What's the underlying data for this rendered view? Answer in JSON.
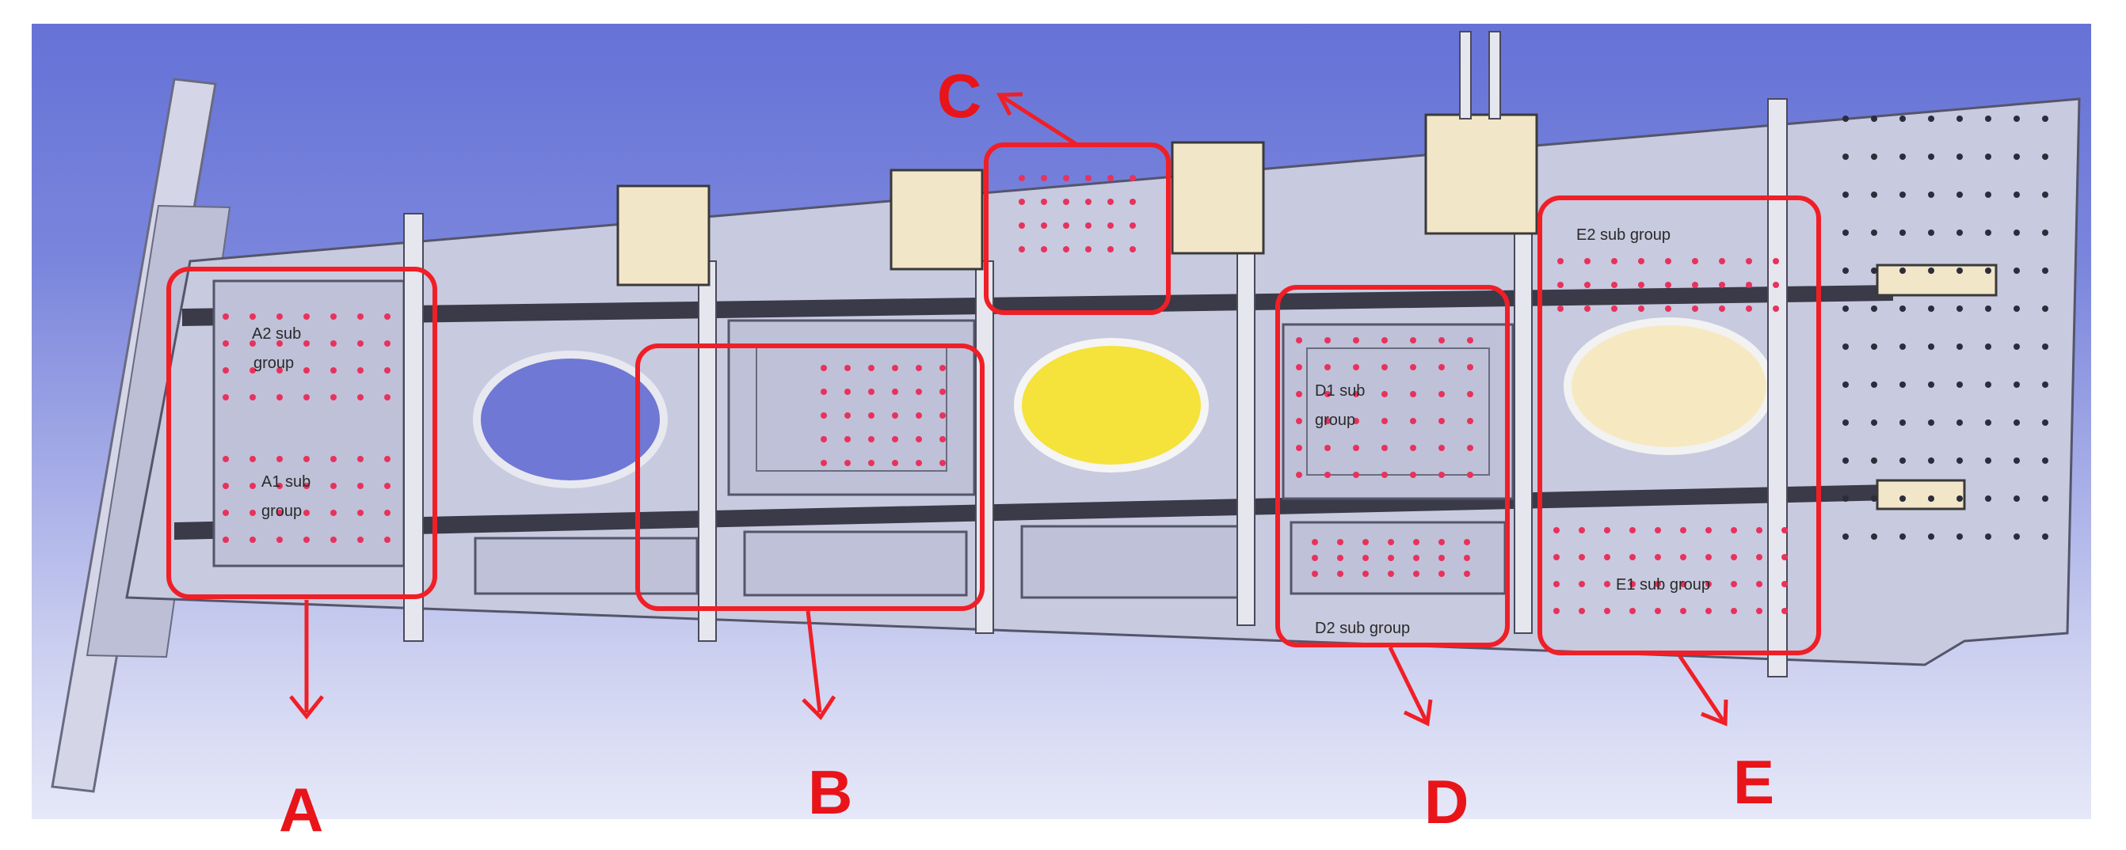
{
  "callouts": {
    "A": "A",
    "B": "B",
    "C": "C",
    "D": "D",
    "E": "E"
  },
  "subgroups": {
    "A2_line1": "A2 sub",
    "A2_line2": "group",
    "A1_line1": "A1 sub",
    "A1_line2": "group",
    "D1_line1": "D1 sub",
    "D1_line2": "group",
    "D2": "D2 sub group",
    "E2": "E2 sub group",
    "E1": "E1 sub group"
  },
  "colors": {
    "background_top": "#6d79d8",
    "background_bottom": "#e4e6f7",
    "panel": "#c9cbe0",
    "highlight": "#f01f27",
    "rivet": "#e8325c",
    "window_yellow": "#f5e23a",
    "window_cream": "#f6e9c2",
    "window_blue": "#6f78d4",
    "bracket": "#f2e6c8"
  }
}
